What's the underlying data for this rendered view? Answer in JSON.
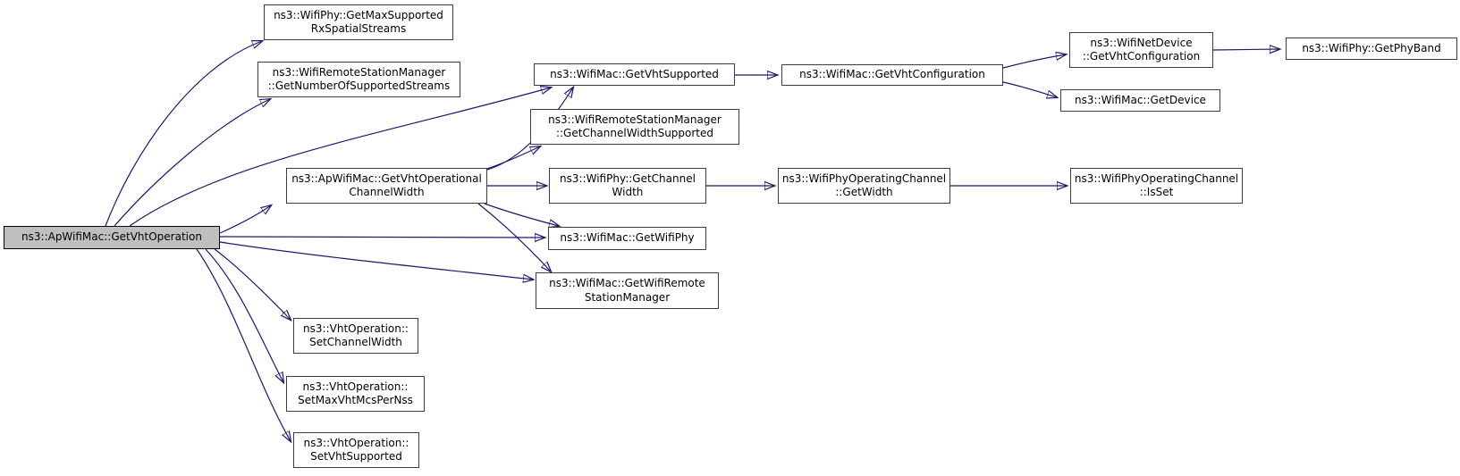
{
  "diagram": {
    "type": "call-graph",
    "root_function": "ns3::ApWifiMac::GetVhtOperation",
    "colors": {
      "edge": "#191970",
      "node_border": "#3d3d3d",
      "node_fill": "#ffffff",
      "root_node_fill": "#bfbfbf",
      "background": "#ffffff",
      "text": "#000000"
    },
    "nodes": [
      {
        "id": "apwifimac-getvhtoperation",
        "label": "ns3::ApWifiMac::GetVhtOperation"
      },
      {
        "id": "wifiphy-getmaxsupportedrxspatialstreams",
        "label": "ns3::WifiPhy::GetMaxSupported\nRxSpatialStreams"
      },
      {
        "id": "wrsm-getnumberofsupportedstreams",
        "label": "ns3::WifiRemoteStationManager\n::GetNumberOfSupportedStreams"
      },
      {
        "id": "apwifimac-getvhtoperationalchannelwidth",
        "label": "ns3::ApWifiMac::GetVhtOperational\nChannelWidth"
      },
      {
        "id": "wifimac-getvhtsupported",
        "label": "ns3::WifiMac::GetVhtSupported"
      },
      {
        "id": "wrsm-getchannelwidthsupported",
        "label": "ns3::WifiRemoteStationManager\n::GetChannelWidthSupported"
      },
      {
        "id": "wifiphy-getchannelwidth",
        "label": "ns3::WifiPhy::GetChannel\nWidth"
      },
      {
        "id": "wifimac-getwifiphy",
        "label": "ns3::WifiMac::GetWifiPhy"
      },
      {
        "id": "wifimac-getwifiremotestationmanager",
        "label": "ns3::WifiMac::GetWifiRemote\nStationManager"
      },
      {
        "id": "vhtoperation-setchannelwidth",
        "label": "ns3::VhtOperation::\nSetChannelWidth"
      },
      {
        "id": "vhtoperation-setmaxvhtmcspernss",
        "label": "ns3::VhtOperation::\nSetMaxVhtMcsPerNss"
      },
      {
        "id": "vhtoperation-setvhtsupported",
        "label": "ns3::VhtOperation::\nSetVhtSupported"
      },
      {
        "id": "wifimac-getvhtconfiguration",
        "label": "ns3::WifiMac::GetVhtConfiguration"
      },
      {
        "id": "wifinetdevice-getvhtconfiguration",
        "label": "ns3::WifiNetDevice\n::GetVhtConfiguration"
      },
      {
        "id": "wifimac-getdevice",
        "label": "ns3::WifiMac::GetDevice"
      },
      {
        "id": "wifiphy-getphyband",
        "label": "ns3::WifiPhy::GetPhyBand"
      },
      {
        "id": "wifiphyoperatingchannel-getwidth",
        "label": "ns3::WifiPhyOperatingChannel\n::GetWidth"
      },
      {
        "id": "wifiphyoperatingchannel-isset",
        "label": "ns3::WifiPhyOperatingChannel\n::IsSet"
      }
    ],
    "edges": [
      {
        "from": "apwifimac-getvhtoperation",
        "to": "wifiphy-getmaxsupportedrxspatialstreams"
      },
      {
        "from": "apwifimac-getvhtoperation",
        "to": "wrsm-getnumberofsupportedstreams"
      },
      {
        "from": "apwifimac-getvhtoperation",
        "to": "wifimac-getvhtsupported"
      },
      {
        "from": "apwifimac-getvhtoperation",
        "to": "apwifimac-getvhtoperationalchannelwidth"
      },
      {
        "from": "apwifimac-getvhtoperation",
        "to": "wifimac-getwifiphy"
      },
      {
        "from": "apwifimac-getvhtoperation",
        "to": "wifimac-getwifiremotestationmanager"
      },
      {
        "from": "apwifimac-getvhtoperation",
        "to": "vhtoperation-setchannelwidth"
      },
      {
        "from": "apwifimac-getvhtoperation",
        "to": "vhtoperation-setmaxvhtmcspernss"
      },
      {
        "from": "apwifimac-getvhtoperation",
        "to": "vhtoperation-setvhtsupported"
      },
      {
        "from": "apwifimac-getvhtoperationalchannelwidth",
        "to": "wifimac-getvhtsupported"
      },
      {
        "from": "apwifimac-getvhtoperationalchannelwidth",
        "to": "wrsm-getchannelwidthsupported"
      },
      {
        "from": "apwifimac-getvhtoperationalchannelwidth",
        "to": "wifiphy-getchannelwidth"
      },
      {
        "from": "apwifimac-getvhtoperationalchannelwidth",
        "to": "wifimac-getwifiphy"
      },
      {
        "from": "apwifimac-getvhtoperationalchannelwidth",
        "to": "wifimac-getwifiremotestationmanager"
      },
      {
        "from": "wifimac-getvhtsupported",
        "to": "wifimac-getvhtconfiguration"
      },
      {
        "from": "wifimac-getvhtconfiguration",
        "to": "wifinetdevice-getvhtconfiguration"
      },
      {
        "from": "wifimac-getvhtconfiguration",
        "to": "wifimac-getdevice"
      },
      {
        "from": "wifinetdevice-getvhtconfiguration",
        "to": "wifiphy-getphyband"
      },
      {
        "from": "wifiphy-getchannelwidth",
        "to": "wifiphyoperatingchannel-getwidth"
      },
      {
        "from": "wifiphyoperatingchannel-getwidth",
        "to": "wifiphyoperatingchannel-isset"
      }
    ]
  }
}
